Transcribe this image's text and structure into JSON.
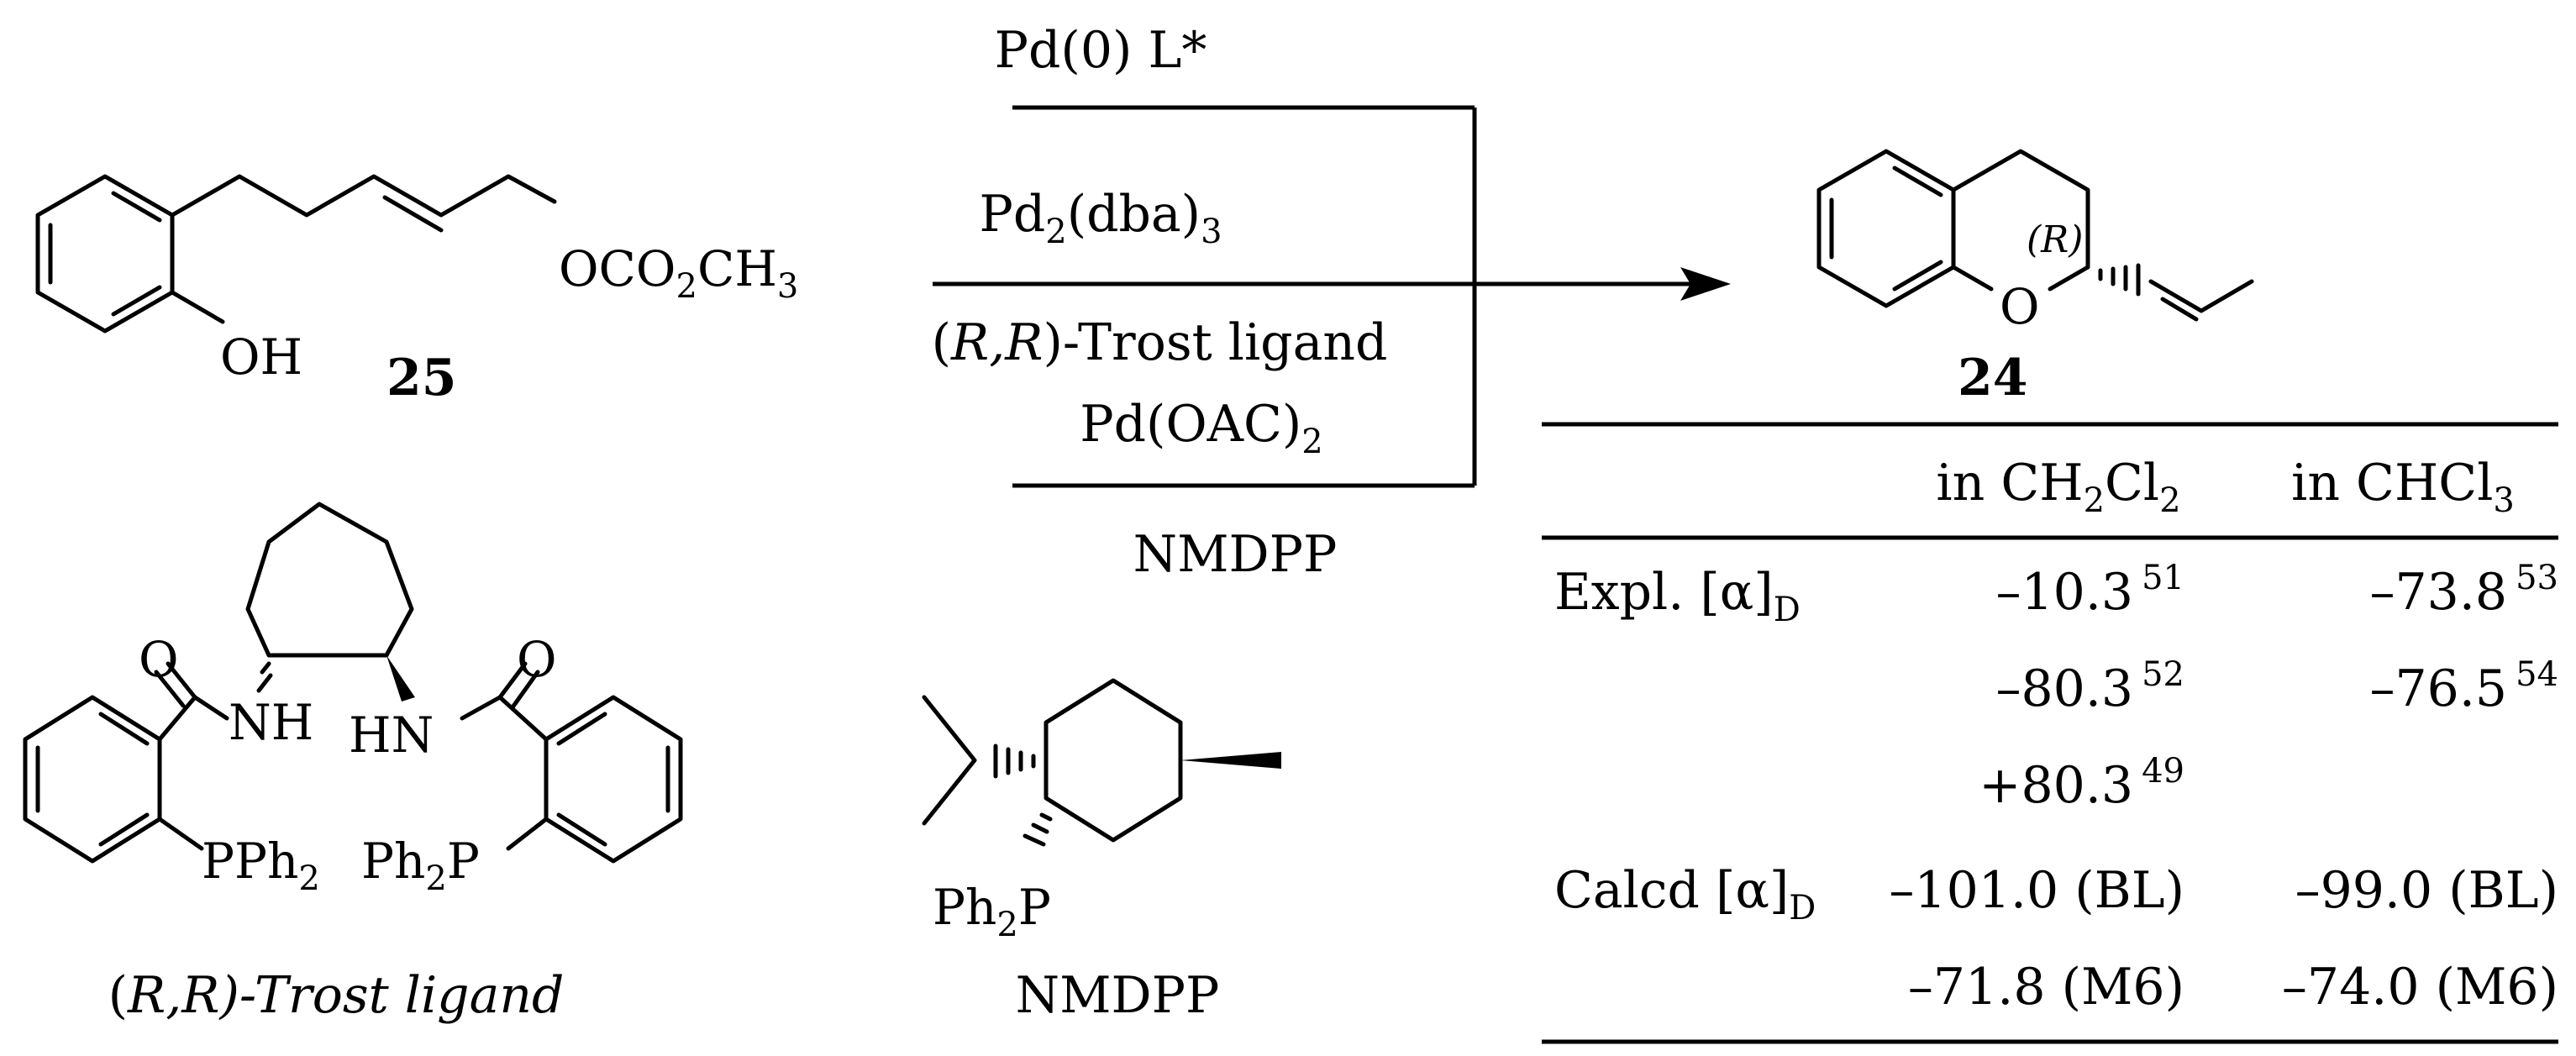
{
  "reagents": {
    "line1": "Pd(0)  L*",
    "line2_pre": "Pd",
    "line2_sub1": "2",
    "line2_mid": "(dba)",
    "line2_sub2": "3",
    "line3_ital": "R,R",
    "line3_open": "(",
    "line3_close": ")-Trost ligand",
    "line4_pre": "Pd(OAC)",
    "line4_sub": "2",
    "line5": "NMDPP"
  },
  "compounds": {
    "c25": {
      "number": "25",
      "oh": "OH",
      "ester_pre": "OCO",
      "ester_sub": "2",
      "ester_mid": "CH",
      "ester_sub2": "3"
    },
    "c24": {
      "number": "24",
      "o_atom": "O",
      "config": "(R)"
    },
    "trost": {
      "label_ital": "R,R",
      "label_open": "(",
      "label_close": ")-Trost ligand",
      "o1": "O",
      "o2": "O",
      "nh1": "NH",
      "nh2": "HN",
      "pph2_left_pre": "PPh",
      "pph2_left_sub": "2",
      "pph2_right_pre": "Ph",
      "pph2_right_sub": "2",
      "pph2_right_post": "P"
    },
    "nmdpp": {
      "label": "NMDPP",
      "p_pre": "Ph",
      "p_sub": "2",
      "p_post": "P"
    }
  },
  "table": {
    "col1_pre": "in CH",
    "col1_sub1": "2",
    "col1_mid": "Cl",
    "col1_sub2": "2",
    "col2_pre": "in CHCl",
    "col2_sub": "3",
    "rows": [
      {
        "label_pre": "Expl. [α]",
        "label_sub": "D",
        "v1": "–10.3",
        "r1": "51",
        "v2": "–73.8",
        "r2": "53"
      },
      {
        "v1": "–80.3",
        "r1": "52",
        "v2": "–76.5",
        "r2": "54"
      },
      {
        "v1": "+80.3",
        "r1": "49"
      },
      {
        "label_pre": "Calcd [α]",
        "label_sub": "D",
        "v1": "–101.0 (BL)",
        "v2": "–99.0 (BL)"
      },
      {
        "v1": "–71.8 (M6)",
        "v2": "–74.0 (M6)"
      }
    ]
  }
}
